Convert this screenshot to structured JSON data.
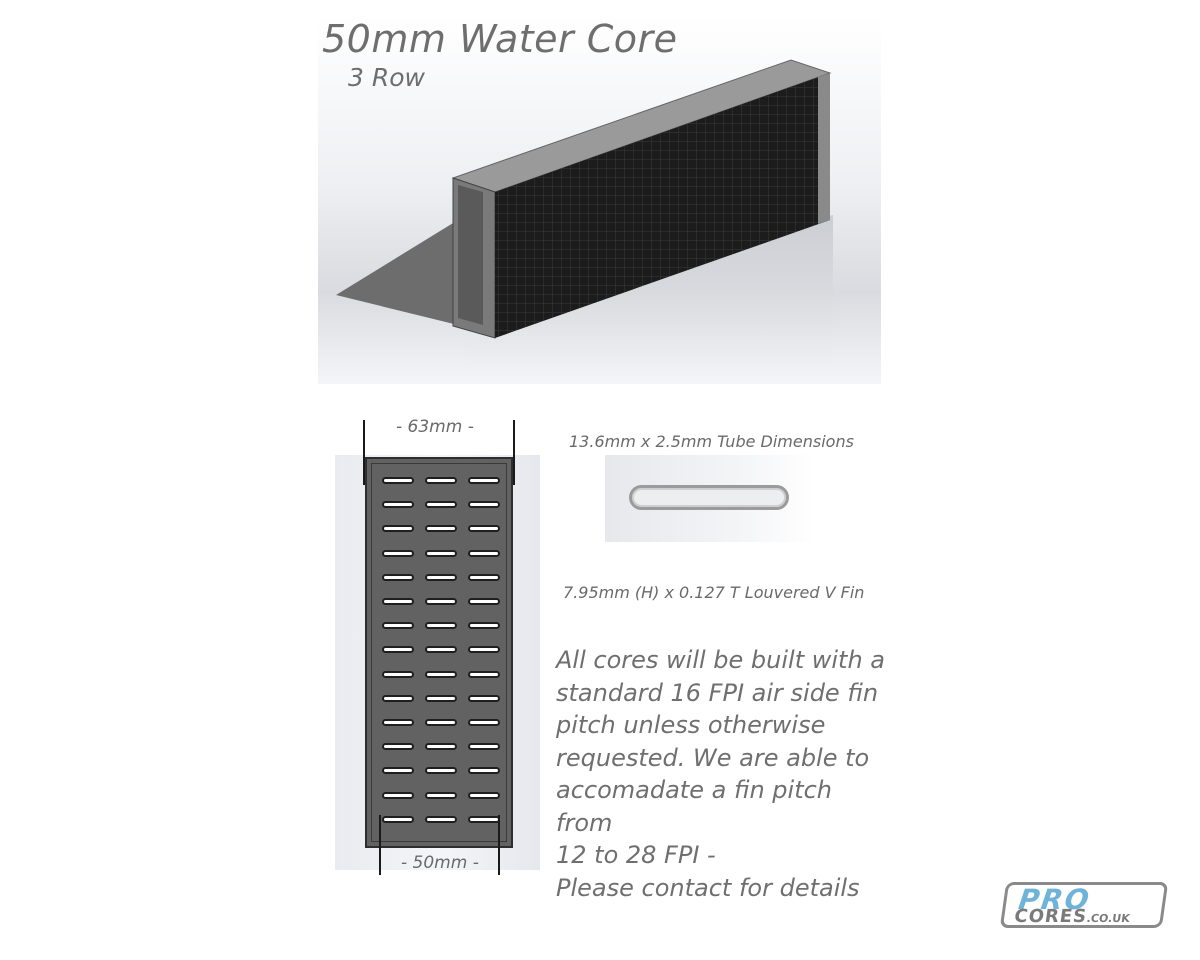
{
  "render": {
    "title": "50mm Water Core",
    "subtitle": "3 Row"
  },
  "endplate": {
    "width_top_label": "- 63mm -",
    "width_bottom_label": "- 50mm -",
    "rows": 15,
    "columns": 3
  },
  "tube": {
    "caption": "13.6mm x 2.5mm Tube Dimensions"
  },
  "fin": {
    "caption": "7.95mm (H) x 0.127 T Louvered V Fin"
  },
  "description": {
    "lines": [
      "All cores will be built with a",
      "standard 16 FPI air side fin",
      "pitch unless otherwise",
      "requested. We are able to",
      "accomadate a fin pitch from",
      "12 to 28 FPI -",
      "Please contact for details"
    ]
  },
  "logo": {
    "top": "PRO",
    "bottom": "CORES",
    "suffix": ".CO.UK"
  },
  "colors": {
    "text_gray": "#6e6e6e",
    "core_dark": "#2a2a2a",
    "endplate": "#626262",
    "logo_blue": "#6fb3d9",
    "logo_gray": "#7a7a7a"
  }
}
